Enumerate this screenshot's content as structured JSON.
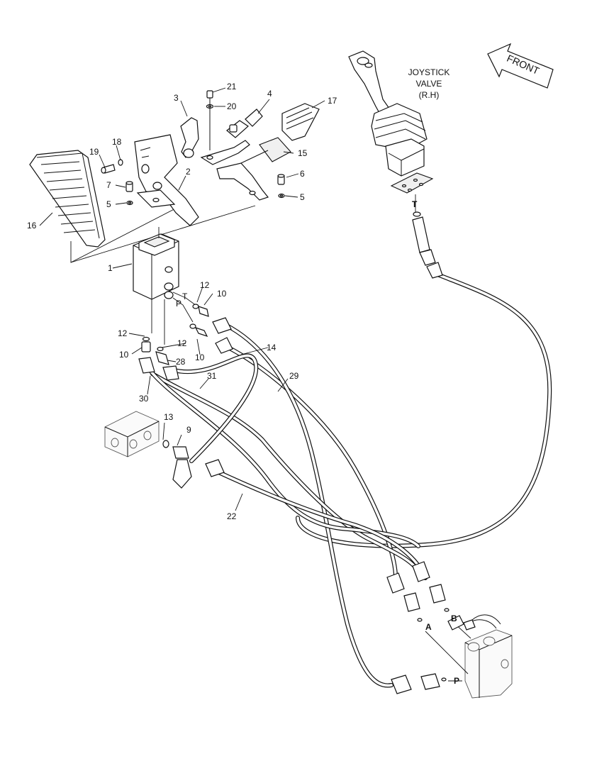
{
  "title": {
    "line1": "JOYSTICK",
    "line2": "VALVE",
    "line3": "(R.H)"
  },
  "front_arrow": "FRONT",
  "port_letters": {
    "t_valve": "T",
    "p_valve": "P",
    "t_joystick": "T",
    "a": "A",
    "b": "B",
    "p": "P"
  },
  "callouts": {
    "c1": "1",
    "c2": "2",
    "c3": "3",
    "c4": "4",
    "c5a": "5",
    "c5b": "5",
    "c6": "6",
    "c7": "7",
    "c9": "9",
    "c10a": "10",
    "c10b": "10",
    "c10c": "10",
    "c12a": "12",
    "c12b": "12",
    "c12c": "12",
    "c13": "13",
    "c14": "14",
    "c15": "15",
    "c16": "16",
    "c17": "17",
    "c18": "18",
    "c19": "19",
    "c20": "20",
    "c21": "21",
    "c22": "22",
    "c28": "28",
    "c29": "29",
    "c30": "30",
    "c31": "31"
  },
  "colors": {
    "line": "#111111",
    "background": "#ffffff",
    "ghost_fill": "#fafafa"
  }
}
